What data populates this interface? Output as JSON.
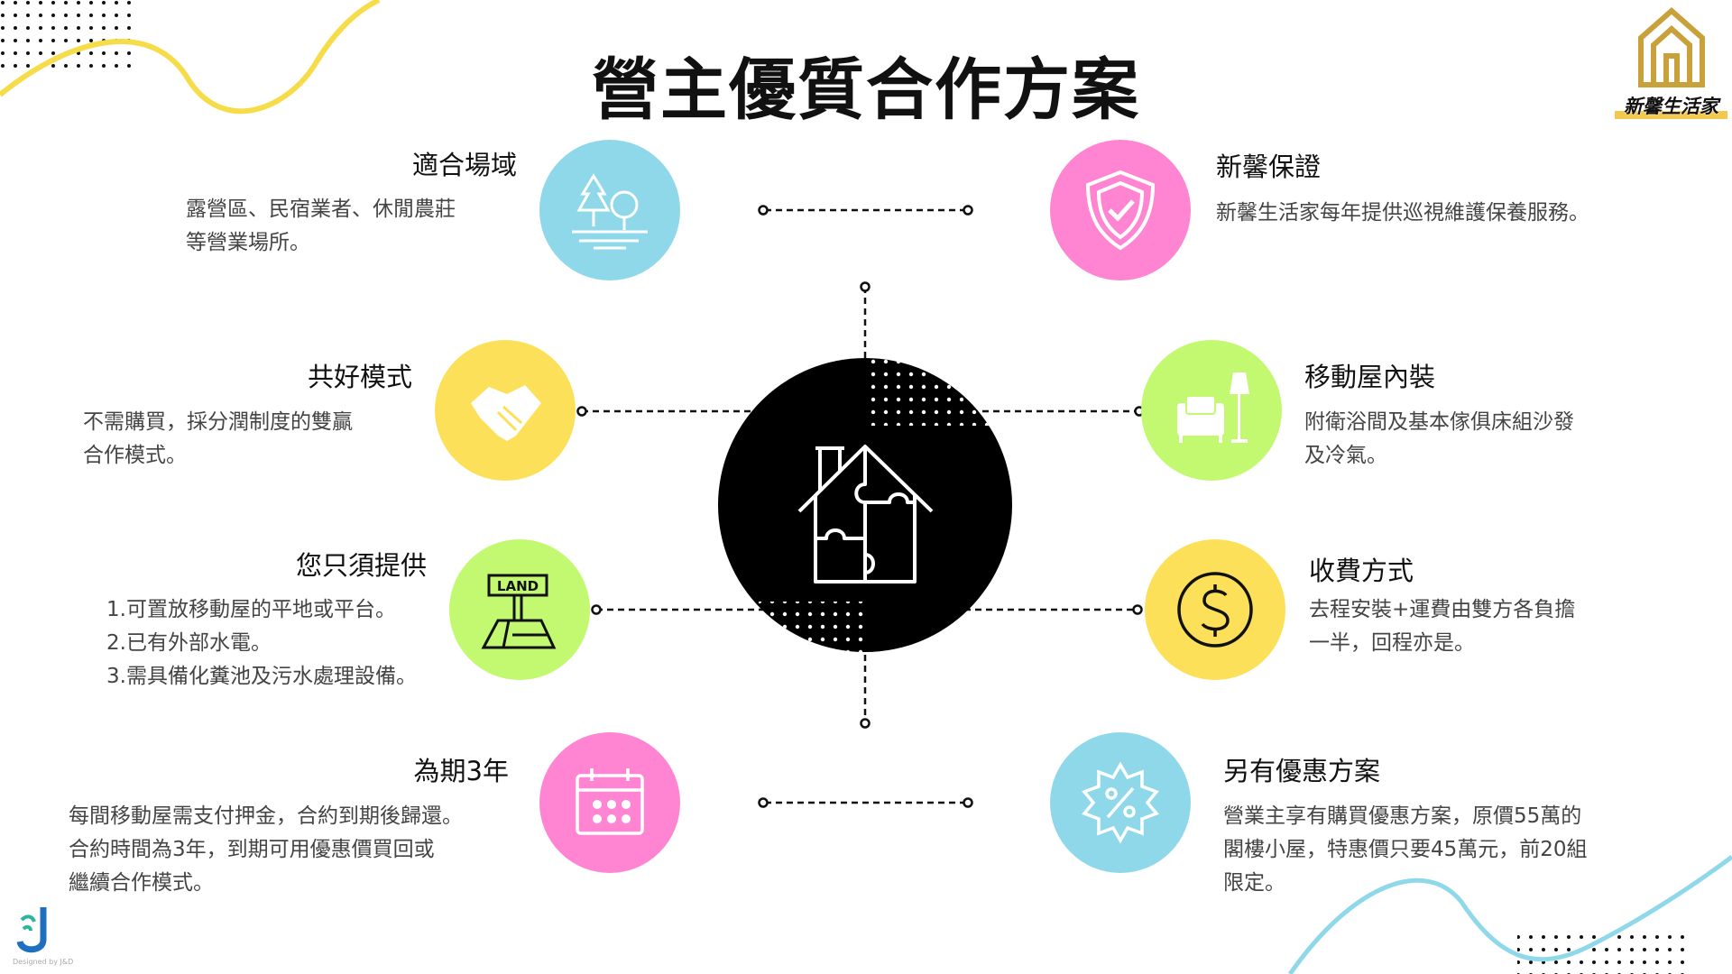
{
  "title": "營主優質合作方案",
  "logo": {
    "text": "新馨生活家"
  },
  "footer": {
    "credit": "Designed by J&D"
  },
  "colors": {
    "cyan": "#8fd8ea",
    "pink": "#ff85d3",
    "yellow": "#fde05a",
    "lime": "#c2f970",
    "gold": "#c9a13a"
  },
  "left": [
    {
      "heading": "適合場域",
      "lines": [
        "露營區、民宿業者、休閒農莊",
        "等營業場所。"
      ],
      "icon": "trees-icon",
      "color": "#8fd8ea"
    },
    {
      "heading": "共好模式",
      "lines": [
        "不需購買，採分潤制度的雙贏",
        "合作模式。"
      ],
      "icon": "handshake-icon",
      "color": "#fde05a"
    },
    {
      "heading": "您只須提供",
      "lines": [
        "1.可置放移動屋的平地或平台。",
        "2.已有外部水電。",
        "3.需具備化糞池及污水處理設備。"
      ],
      "icon": "land-sign-icon",
      "color": "#c2f970",
      "sign": "LAND"
    },
    {
      "heading": "為期3年",
      "lines": [
        "每間移動屋需支付押金，合約到期後歸還。",
        "合約時間為3年，到期可用優惠價買回或",
        "繼續合作模式。"
      ],
      "icon": "calendar-icon",
      "color": "#ff85d3"
    }
  ],
  "right": [
    {
      "heading": "新馨保證",
      "lines": [
        "新馨生活家每年提供巡視維護保養服務。"
      ],
      "icon": "shield-check-icon",
      "color": "#ff85d3"
    },
    {
      "heading": "移動屋內裝",
      "lines": [
        "附衛浴間及基本傢俱床組沙發",
        "及冷氣。"
      ],
      "icon": "sofa-lamp-icon",
      "color": "#c2f970"
    },
    {
      "heading": "收費方式",
      "lines": [
        "去程安裝+運費由雙方各負擔",
        "一半，回程亦是。"
      ],
      "icon": "dollar-icon",
      "color": "#fde05a"
    },
    {
      "heading": "另有優惠方案",
      "lines": [
        "營業主享有購買優惠方案，原價55萬的",
        "閣樓小屋，特惠價只要45萬元，前20組",
        "限定。"
      ],
      "icon": "discount-badge-icon",
      "color": "#8fd8ea"
    }
  ]
}
